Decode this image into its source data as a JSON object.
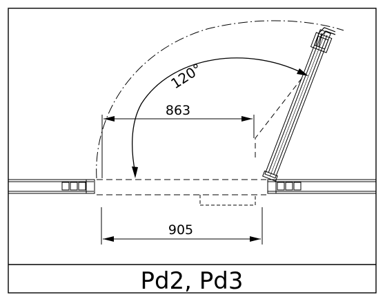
{
  "diagram": {
    "angle_label": "120°",
    "inner_dimension": "863",
    "outer_dimension": "905",
    "caption": "Pd2, Pd3"
  },
  "colors": {
    "line": "#000000",
    "background": "#ffffff"
  }
}
